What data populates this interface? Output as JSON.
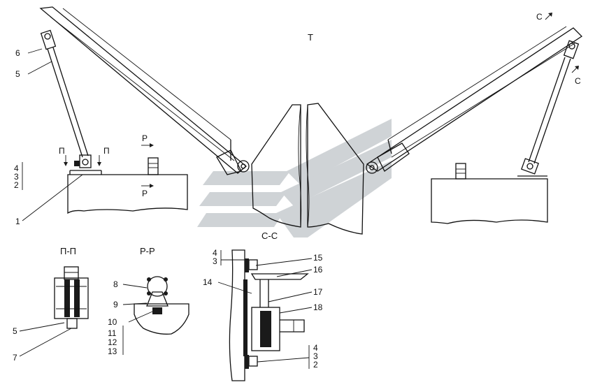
{
  "labels": {
    "title_t": "Т",
    "view_c_top": "C",
    "view_c_side": "C",
    "section_p_a": "П",
    "section_p_b": "П",
    "section_r_top": "Р",
    "section_r_bot": "Р",
    "title_pp": "П-П",
    "title_rr": "Р-Р",
    "title_cc": "С-С",
    "n6": "6",
    "n5": "5",
    "s4": "4",
    "s3": "3",
    "s2": "2",
    "n1": "1",
    "pp5": "5",
    "pp7": "7",
    "r8": "8",
    "r9": "9",
    "r10": "10",
    "r11": "11",
    "r12": "12",
    "r13": "13",
    "c4a": "4",
    "c3a": "3",
    "c15": "15",
    "c16": "16",
    "c14": "14",
    "c17": "17",
    "c18": "18",
    "c4b": "4",
    "c3b": "3",
    "c2b": "2"
  },
  "colors": {
    "ink": "#111111",
    "watermark": "#cfd3d6"
  }
}
